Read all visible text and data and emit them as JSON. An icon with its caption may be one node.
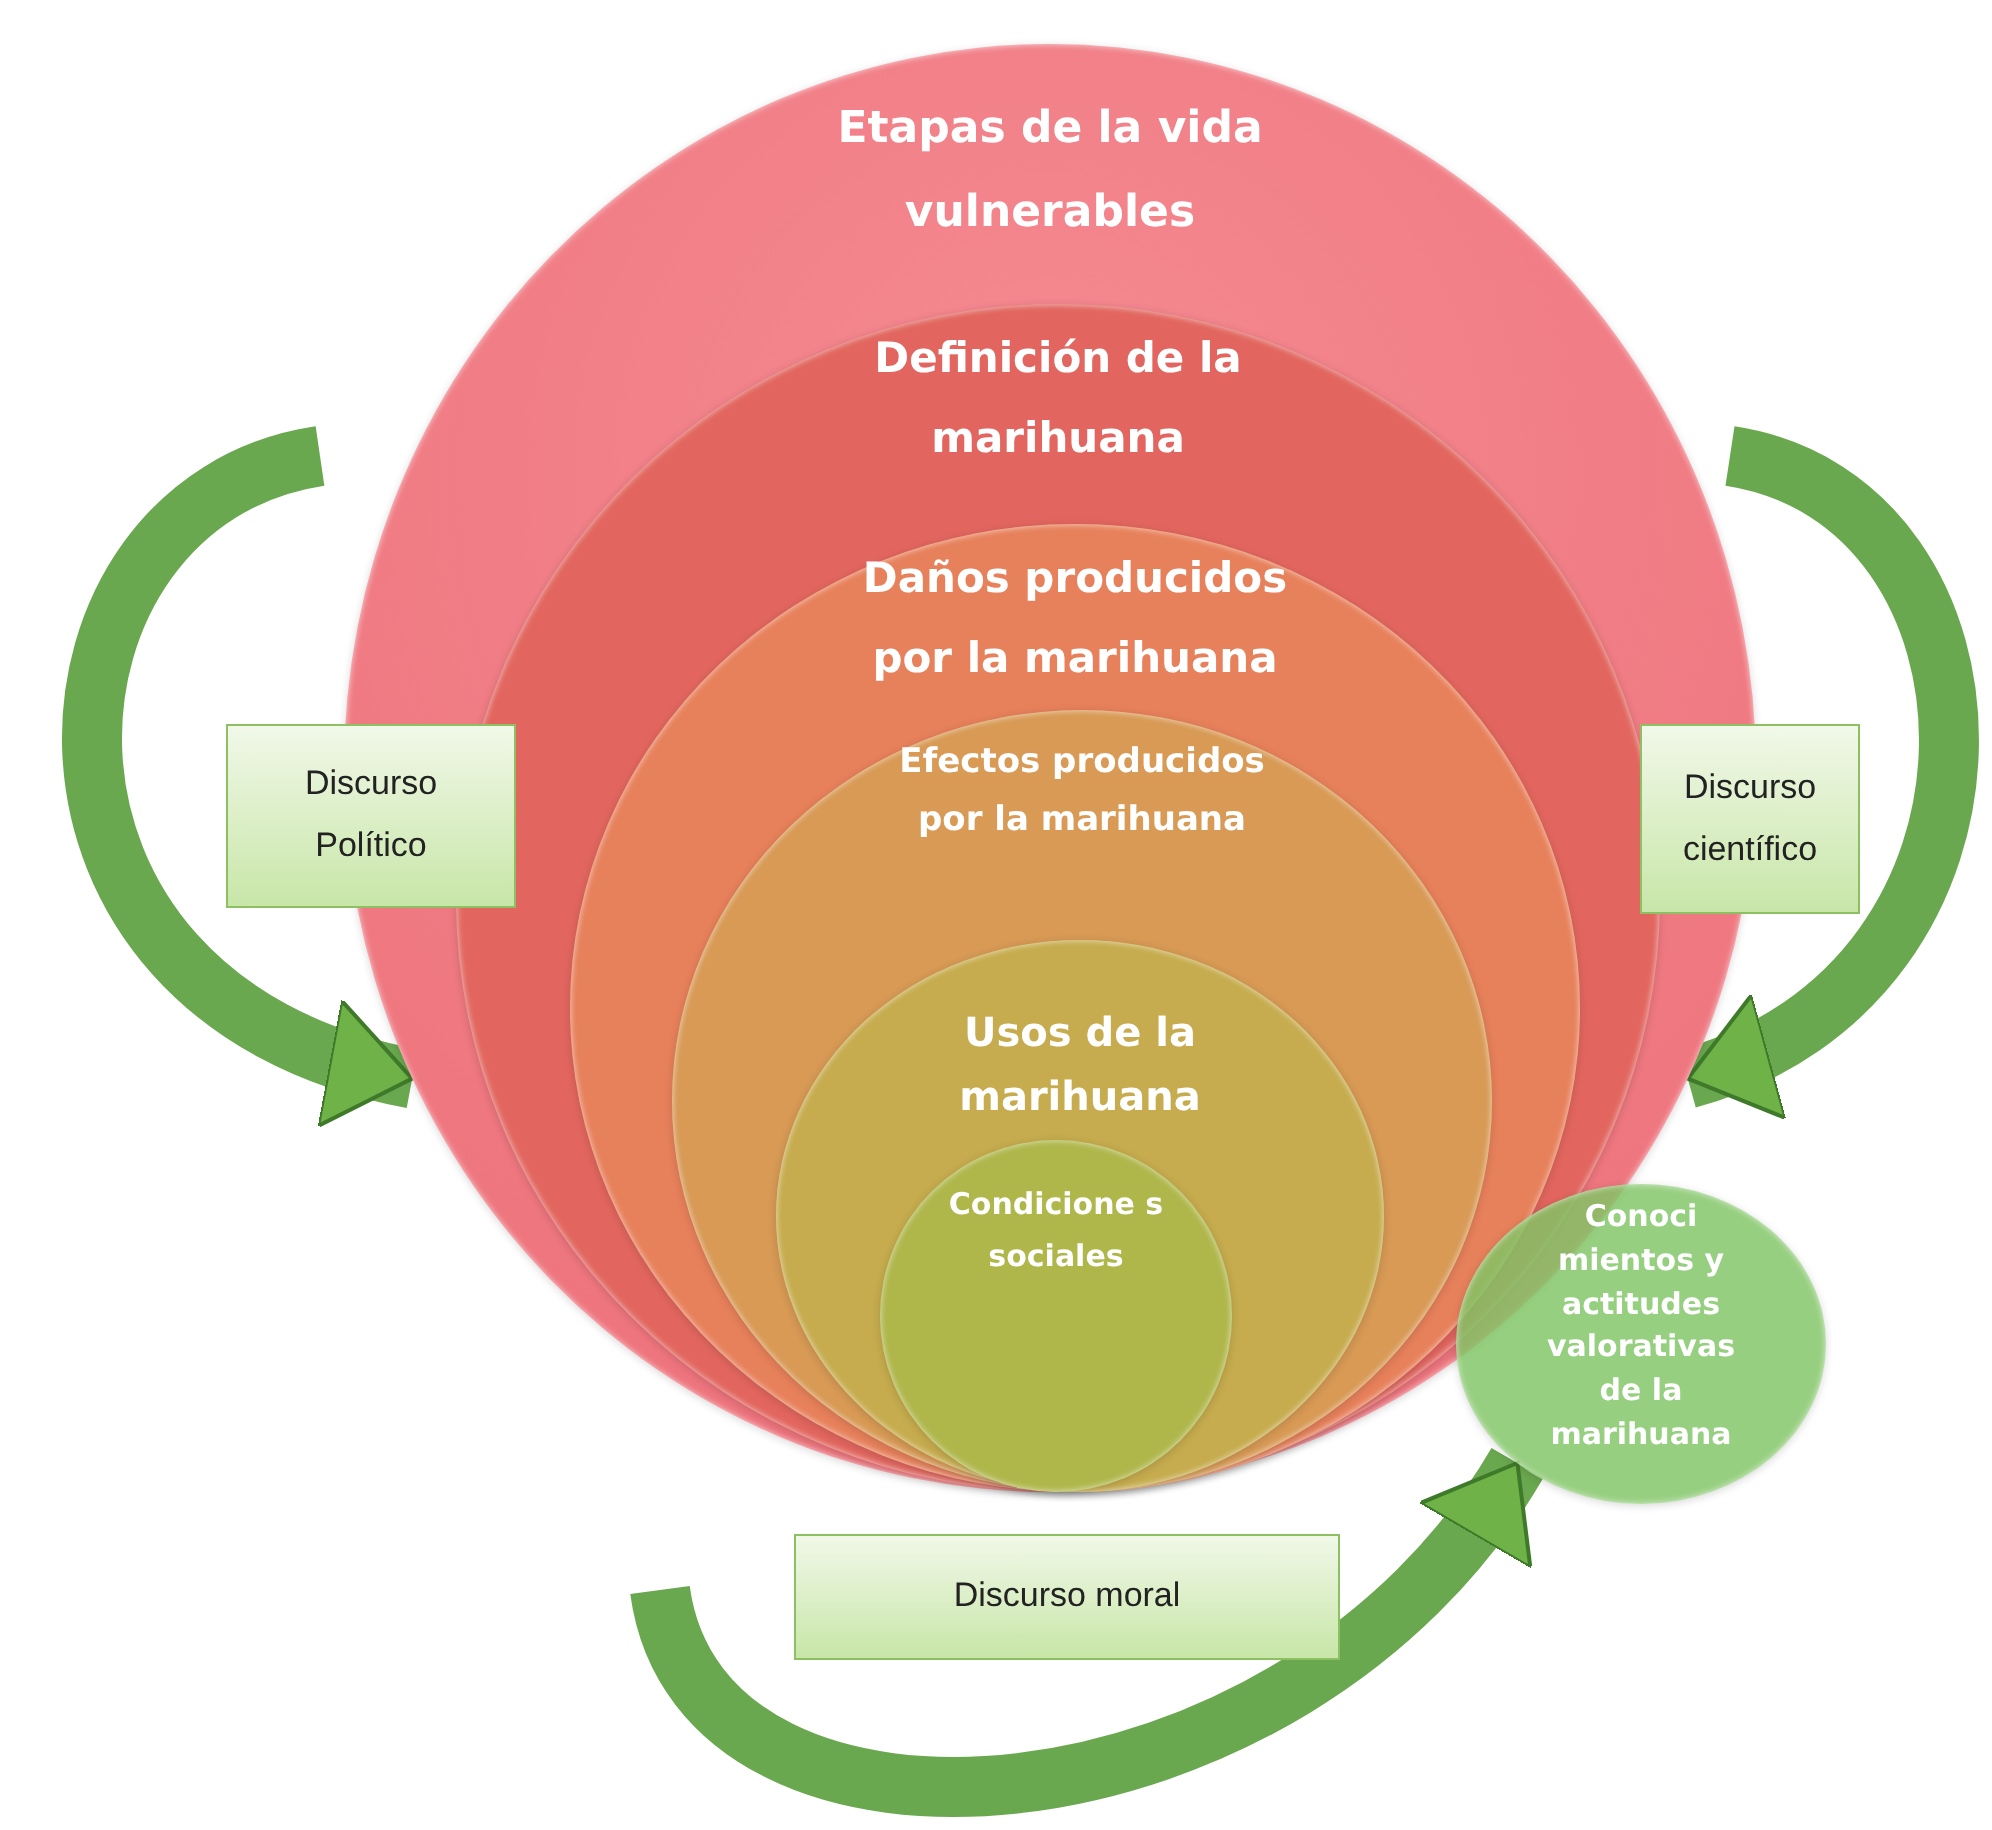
{
  "diagram": {
    "nodes": [
      {
        "text": [
          "Etapas de la vida vulnerables"
        ]
      },
      {
        "text": [
          "Definición de la marihuana"
        ],
        "in": 0
      },
      {
        "text": [
          "Daños producidos por la marihuana"
        ],
        "in": 1
      },
      {
        "text": [
          "Efectos producidos por la marihuana"
        ],
        "in": 2
      },
      {
        "text": [
          "Usos de la marihuana"
        ],
        "in": 3
      },
      {
        "text": [
          "Condicione s sociales"
        ],
        "in": 4
      },
      {
        "text": [
          "Discurso Político"
        ]
      },
      {
        "text": [
          "Discurso científico"
        ]
      },
      {
        "text": [
          "Conoci mientos y actitudes valorativas de la marihuana"
        ]
      },
      {
        "text": [
          "Discurso moral"
        ]
      }
    ],
    "edges": [
      {
        "from": null,
        "to": 0,
        "arrow": "to"
      },
      {
        "from": null,
        "to": 0,
        "arrow": "to"
      },
      {
        "from": null,
        "to": 8,
        "arrow": "to"
      }
    ]
  }
}
